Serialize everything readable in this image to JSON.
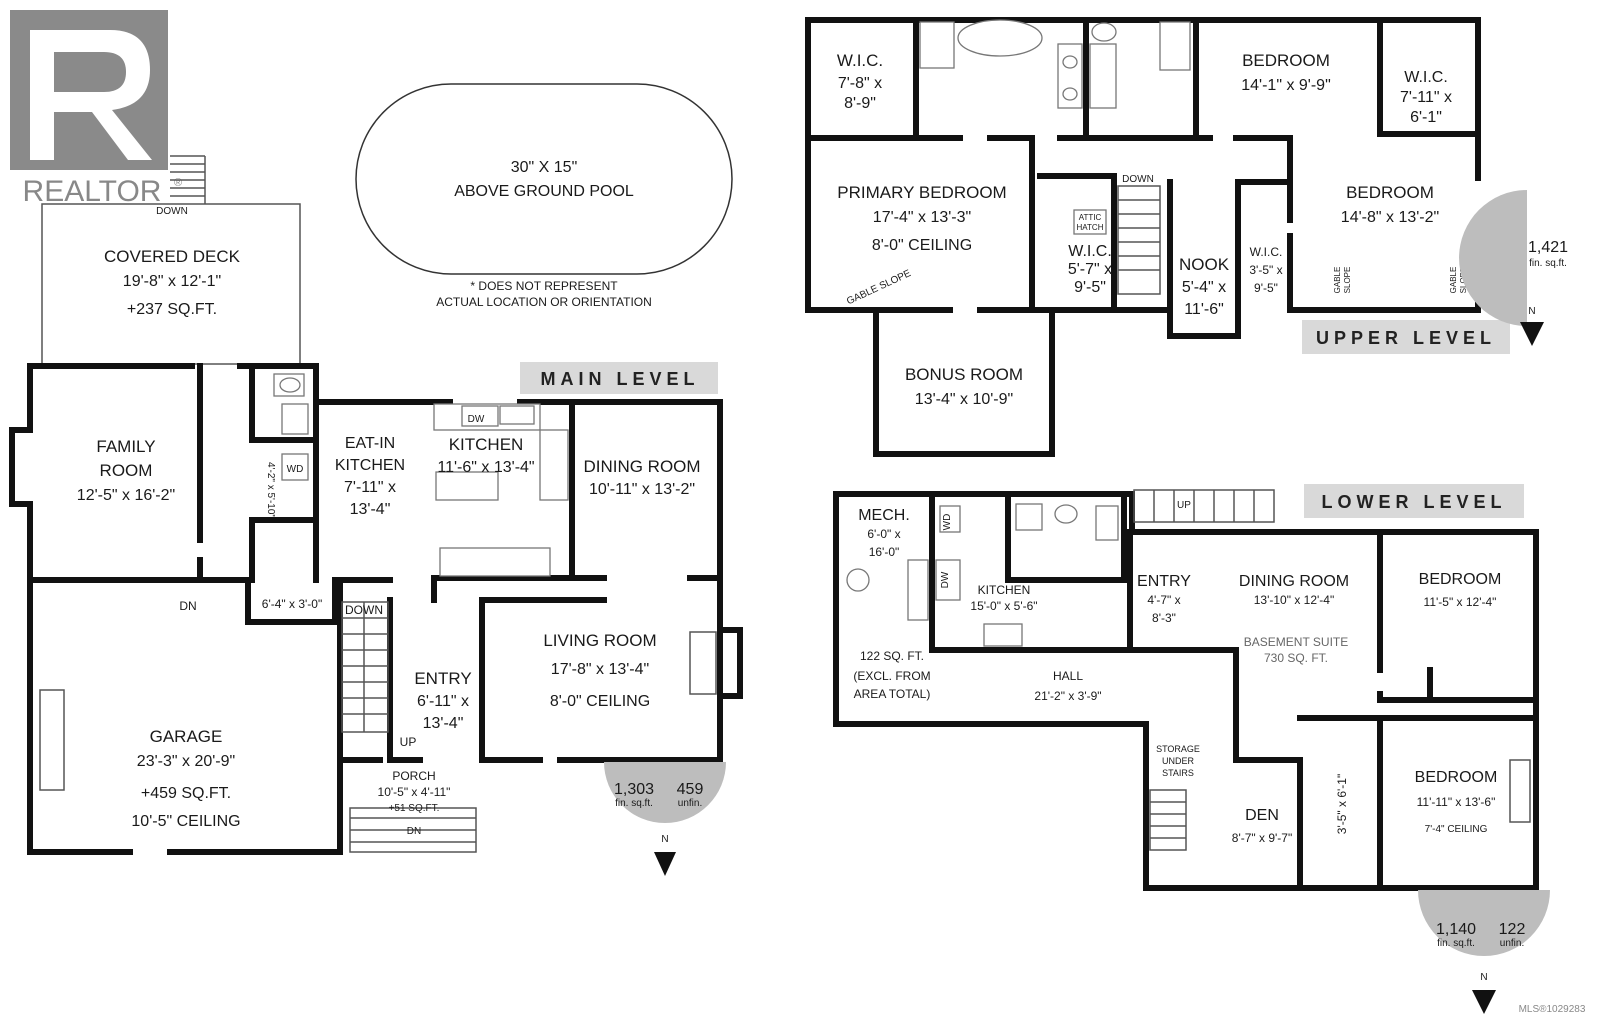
{
  "brand": {
    "logo_text": "REALTOR",
    "registered_mark": "®"
  },
  "pool": {
    "size": "30\" X 15\"",
    "name": "ABOVE GROUND POOL",
    "note_line1": "* DOES NOT REPRESENT",
    "note_line2": "ACTUAL LOCATION OR ORIENTATION"
  },
  "main": {
    "title": "MAIN LEVEL",
    "deck": {
      "name": "COVERED DECK",
      "dims": "19'-8\" x 12'-1\"",
      "area": "+237 SQ.FT.",
      "down": "DOWN"
    },
    "family": {
      "name1": "FAMILY",
      "name2": "ROOM",
      "dims": "12'-5\" x 16'-2\""
    },
    "laundry": {
      "dims": "4'-2\" x 5'-10\"",
      "wd": "WD"
    },
    "eatin": {
      "name1": "EAT-IN",
      "name2": "KITCHEN",
      "dims1": "7'-11\" x",
      "dims2": "13'-4\""
    },
    "kitchen": {
      "name": "KITCHEN",
      "dims": "11'-6\" x 13'-4\"",
      "dw": "DW"
    },
    "dining": {
      "name": "DINING ROOM",
      "dims": "10'-11\" x 13'-2\""
    },
    "closet": {
      "dims": "6'-4\" x 3'-0\""
    },
    "dn": "DN",
    "down": "DOWN",
    "living": {
      "name": "LIVING ROOM",
      "dims": "17'-8\" x 13'-4\"",
      "ceiling": "8'-0\" CEILING"
    },
    "entry": {
      "name": "ENTRY",
      "dims1": "6'-11\" x",
      "dims2": "13'-4\"",
      "up": "UP"
    },
    "garage": {
      "name": "GARAGE",
      "dims": "23'-3\" x 20'-9\"",
      "area": "+459 SQ.FT.",
      "ceiling": "10'-5\" CEILING"
    },
    "porch": {
      "name": "PORCH",
      "dims": "10'-5\" x 4'-11\"",
      "area": "+51 SQ.FT.",
      "dn": "DN"
    },
    "badge": {
      "fin": "1,303",
      "fin_label": "fin. sq.ft.",
      "unfin": "459",
      "unfin_label": "unfin.",
      "north": "N"
    }
  },
  "upper": {
    "title": "UPPER LEVEL",
    "wic1": {
      "name": "W.I.C.",
      "dims1": "7'-8\" x",
      "dims2": "8'-9\""
    },
    "bedroom1": {
      "name": "BEDROOM",
      "dims": "14'-1\" x 9'-9\""
    },
    "wic2": {
      "name": "W.I.C.",
      "dims1": "7'-11\" x",
      "dims2": "6'-1\""
    },
    "primary": {
      "name": "PRIMARY BEDROOM",
      "dims": "17'-4\" x 13'-3\"",
      "ceiling": "8'-0\" CEILING",
      "slope": "GABLE SLOPE"
    },
    "wic3": {
      "name": "W.I.C.",
      "dims1": "5'-7\" x",
      "dims2": "9'-5\"",
      "attic1": "ATTIC",
      "attic2": "HATCH"
    },
    "down": "DOWN",
    "nook": {
      "name": "NOOK",
      "dims1": "5'-4\" x",
      "dims2": "11'-6\""
    },
    "wic4": {
      "name": "W.I.C.",
      "dims1": "3'-5\" x",
      "dims2": "9'-5\""
    },
    "bedroom2": {
      "name": "BEDROOM",
      "dims": "14'-8\" x 13'-2\"",
      "gable1": "GABLE",
      "slope1": "SLOPE",
      "gable2": "GABLE",
      "slope2": "SLOPE"
    },
    "bonus": {
      "name": "BONUS ROOM",
      "dims": "13'-4\" x 10'-9\""
    },
    "badge": {
      "fin": "1,421",
      "fin_label": "fin. sq.ft.",
      "north": "N"
    }
  },
  "lower": {
    "title": "LOWER LEVEL",
    "up": "UP",
    "mech": {
      "name": "MECH.",
      "dims1": "6'-0\" x",
      "dims2": "16'-0\"",
      "wd": "WD",
      "area": "122 SQ. FT.",
      "excl1": "(EXCL. FROM",
      "excl2": "AREA TOTAL)"
    },
    "kitchen": {
      "name": "KITCHEN",
      "dims": "15'-0\" x 5'-6\"",
      "dw": "DW"
    },
    "entry": {
      "name": "ENTRY",
      "dims1": "4'-7\" x",
      "dims2": "8'-3\""
    },
    "dining": {
      "name": "DINING ROOM",
      "dims": "13'-10\" x 12'-4\""
    },
    "suite": {
      "name": "BASEMENT SUITE",
      "area": "730 SQ. FT."
    },
    "bedroom1": {
      "name": "BEDROOM",
      "dims": "11'-5\" x 12'-4\""
    },
    "hall": {
      "name": "HALL",
      "dims": "21'-2\" x 3'-9\""
    },
    "storage": {
      "l1": "STORAGE",
      "l2": "UNDER",
      "l3": "STAIRS"
    },
    "closet": {
      "dims": "3'-5\" x 6'-1\""
    },
    "den": {
      "name": "DEN",
      "dims": "8'-7\" x 9'-7\""
    },
    "bedroom2": {
      "name": "BEDROOM",
      "dims": "11'-11\" x 13'-6\"",
      "ceiling": "7'-4\" CEILING"
    },
    "badge": {
      "fin": "1,140",
      "fin_label": "fin. sq.ft.",
      "unfin": "122",
      "unfin_label": "unfin.",
      "north": "N"
    }
  },
  "mls": "MLS®1029283"
}
